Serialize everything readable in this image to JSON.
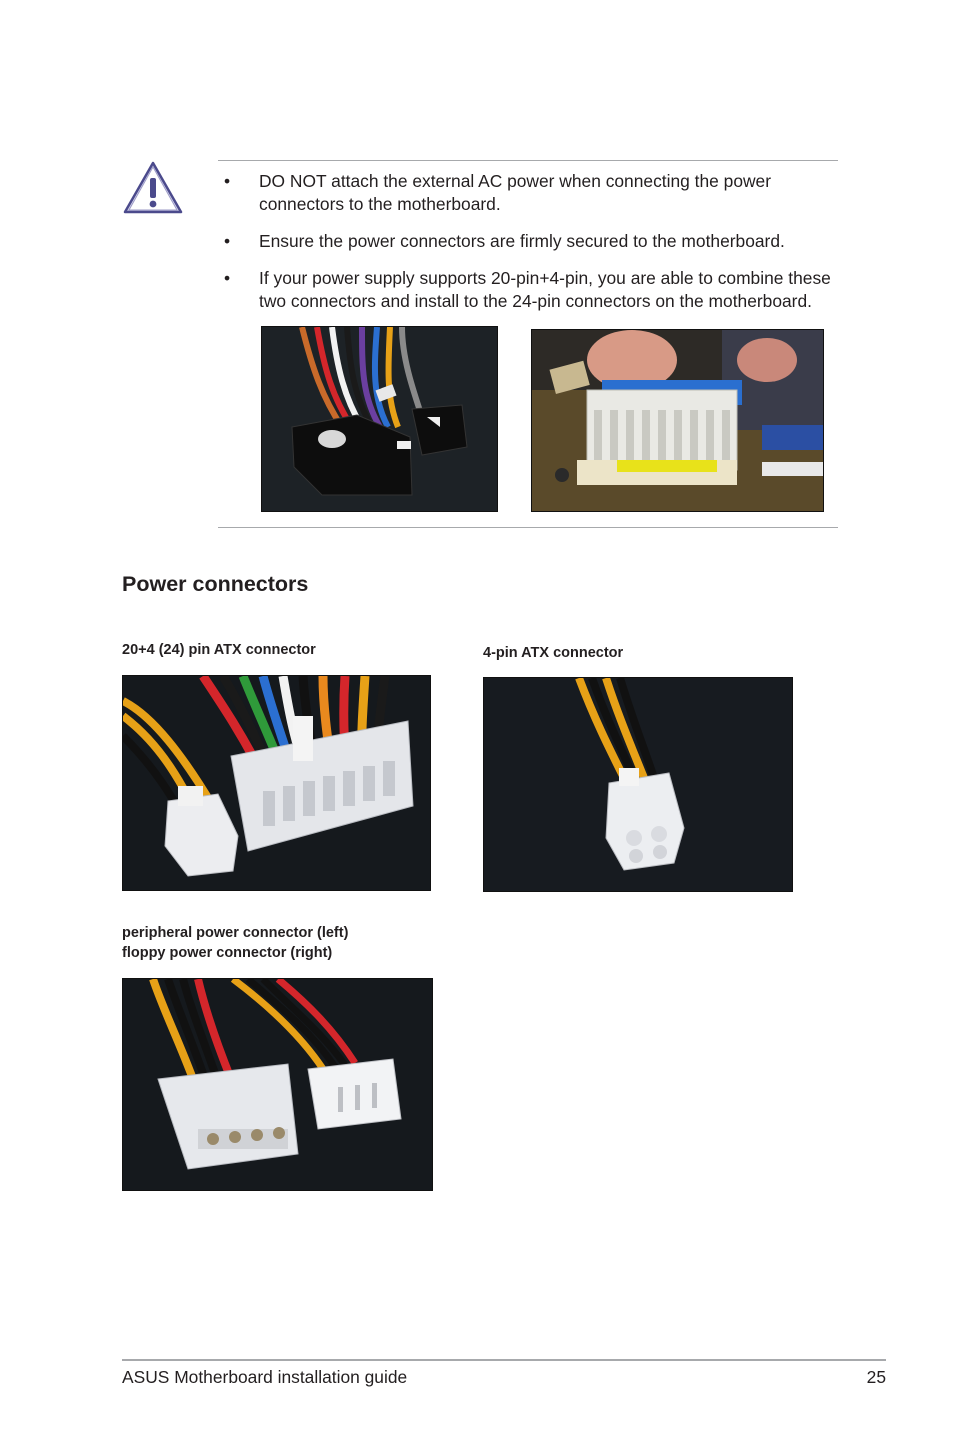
{
  "notice": {
    "icon": "warning-triangle-icon",
    "bullets": [
      {
        "marker": "•",
        "text": "DO NOT attach the external AC power when connecting the power connectors to the motherboard."
      },
      {
        "marker": "•",
        "text": "Ensure the power connectors are firmly secured to the motherboard."
      },
      {
        "marker": "•",
        "text": "If your power supply supports 20-pin+4-pin, you are able to combine these two connectors and install to the 24-pin connectors on the motherboard."
      }
    ]
  },
  "section": {
    "title": "Power connectors",
    "captions": {
      "atx24": "20+4 (24) pin ATX connector",
      "atx4": "4-pin ATX connector",
      "peripheral_line1": "peripheral power connector (left)",
      "peripheral_line2": "floppy power connector (right)"
    }
  },
  "footer": {
    "guide_title": "ASUS Motherboard installation guide",
    "page_number": "25"
  },
  "colors": {
    "rule": "#a7a9ac",
    "text": "#231f20",
    "icon_fill": "#dcdcf0",
    "icon_stroke": "#4b4a8c"
  }
}
